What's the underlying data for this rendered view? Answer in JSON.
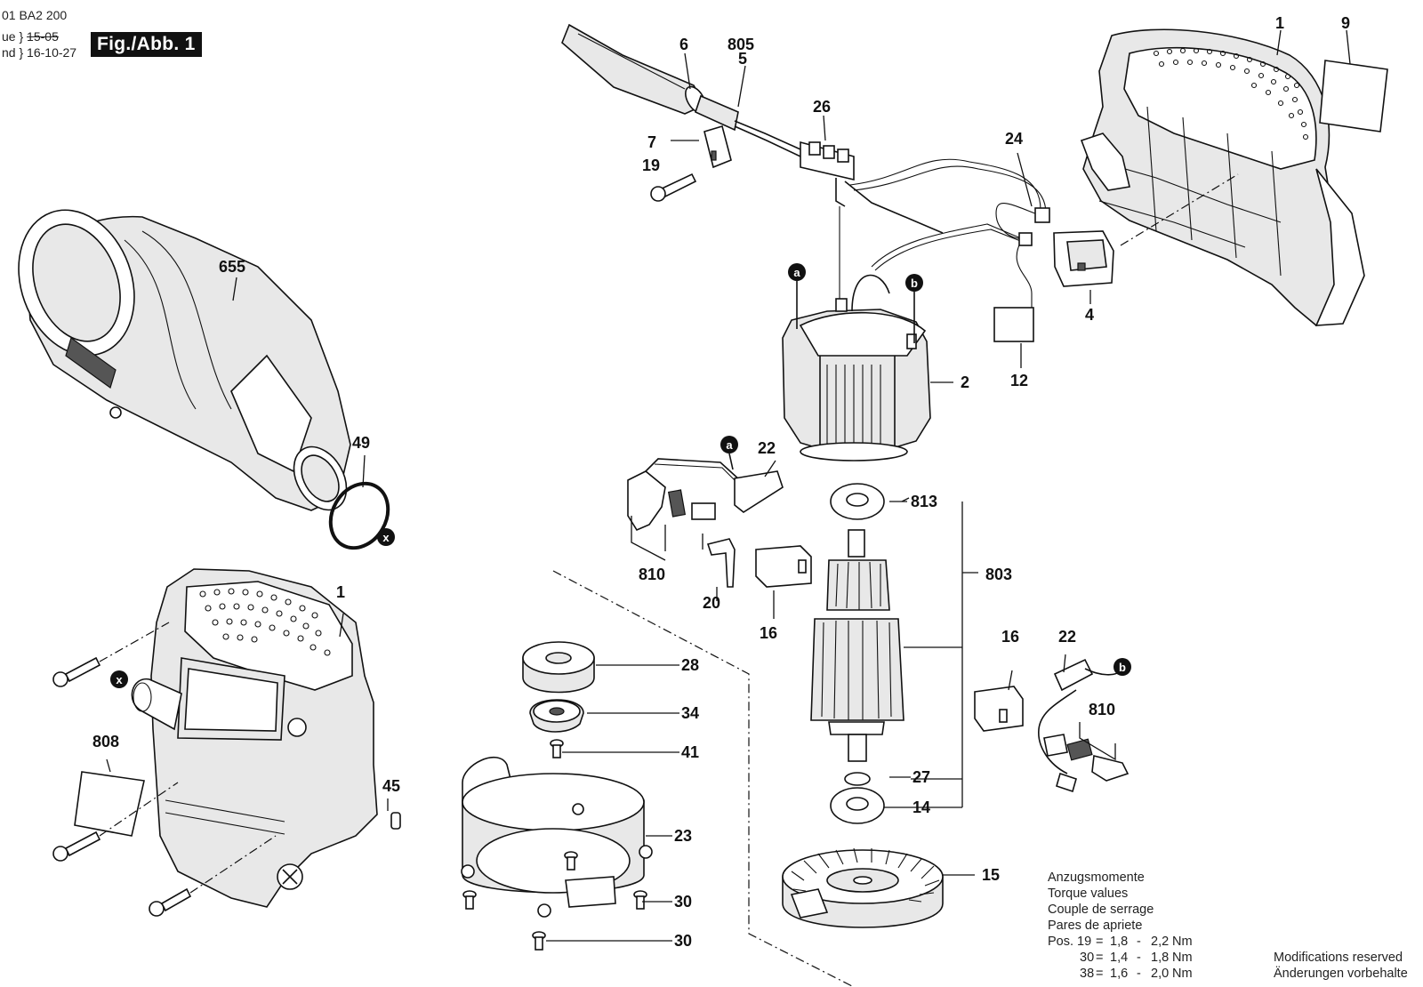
{
  "header": {
    "doc_number": "01 BA2 200",
    "line2_prefix": "ue",
    "line2_value": "15-05",
    "line3_prefix": "nd",
    "line3_value": "16-10-27",
    "figure_label": "Fig./Abb. 1"
  },
  "part_labels": {
    "p1_top": "1",
    "p9": "9",
    "p6": "6",
    "p805": "805",
    "p5": "5",
    "p26": "26",
    "p7": "7",
    "p19": "19",
    "p24": "24",
    "p4": "4",
    "p12": "12",
    "p2": "2",
    "p655": "655",
    "p49": "49",
    "p22_left": "22",
    "p810_left": "810",
    "p20": "20",
    "p16_left": "16",
    "p813": "813",
    "p803": "803",
    "p28": "28",
    "p34": "34",
    "p41": "41",
    "p16_right": "16",
    "p22_right": "22",
    "p810_right": "810",
    "p27": "27",
    "p14": "14",
    "p23": "23",
    "p15": "15",
    "p30_a": "30",
    "p30_b": "30",
    "p1_bottom": "1",
    "p808": "808",
    "p45": "45"
  },
  "markers": {
    "a_top": "a",
    "b_top": "b",
    "a_brush": "a",
    "b_brush": "b",
    "x_ring": "x",
    "x_housing": "x"
  },
  "torque": {
    "heading_de": "Anzugsmomente",
    "heading_en": "Torque values",
    "heading_fr": "Couple de serrage",
    "heading_es": "Pares de apriete",
    "rows": [
      {
        "pos": "Pos. 19",
        "eq": "=",
        "min": "1,8",
        "dash": "-",
        "max": "2,2",
        "unit": "Nm"
      },
      {
        "pos": "30",
        "eq": "=",
        "min": "1,4",
        "dash": "-",
        "max": "1,8",
        "unit": "Nm"
      },
      {
        "pos": "38",
        "eq": "=",
        "min": "1,6",
        "dash": "-",
        "max": "2,0",
        "unit": "Nm"
      }
    ]
  },
  "modifications": {
    "en": "Modifications reserved",
    "de": "Änderungen vorbehalte"
  }
}
